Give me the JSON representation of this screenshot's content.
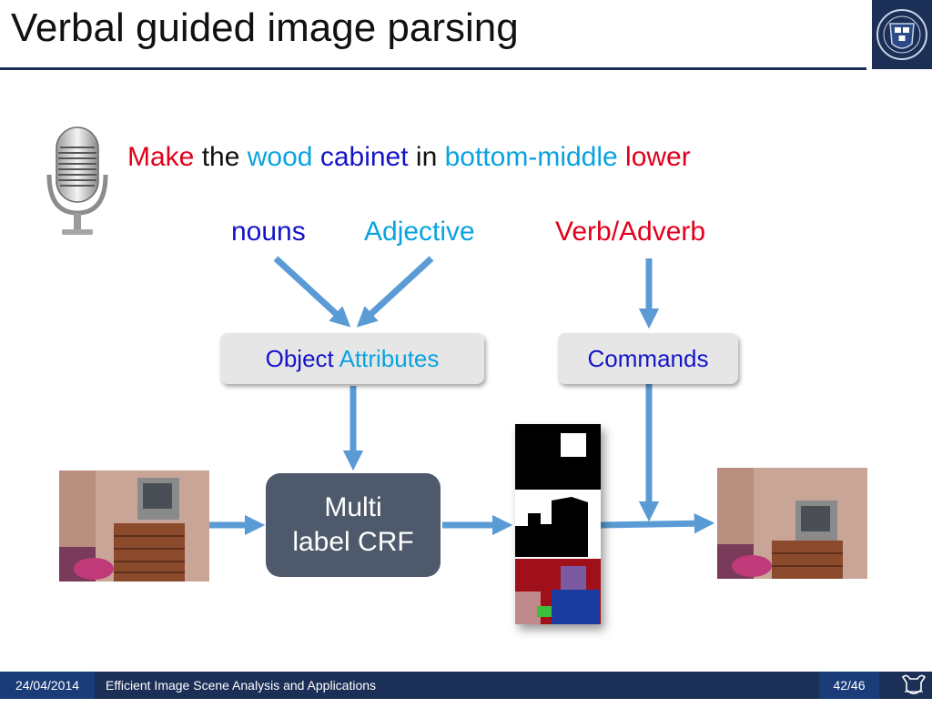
{
  "title": "Verbal guided image parsing",
  "sentence": {
    "w1": "Make",
    "w2": "the",
    "w3": "wood",
    "w4": "cabinet",
    "w5": "in",
    "w6": "bottom-middle",
    "w7": "lower"
  },
  "labels": {
    "nouns": "nouns",
    "adjective": "Adjective",
    "verb": "Verb/Adverb"
  },
  "boxes": {
    "object": "Object",
    "attributes": "Attributes",
    "commands": "Commands",
    "crf_line1": "Multi",
    "crf_line2": "label CRF"
  },
  "footer": {
    "date": "24/04/2014",
    "talk": "Efficient Image Scene Analysis and Applications",
    "page": "42/46"
  },
  "colors": {
    "navy": "#1c2f57",
    "red": "#e0001b",
    "cyan": "#0aa3e0",
    "blue": "#1414c8",
    "arrow": "#5b9bd5"
  },
  "icons": [
    "microphone-icon",
    "university-crest-icon",
    "ox-logo-icon"
  ]
}
